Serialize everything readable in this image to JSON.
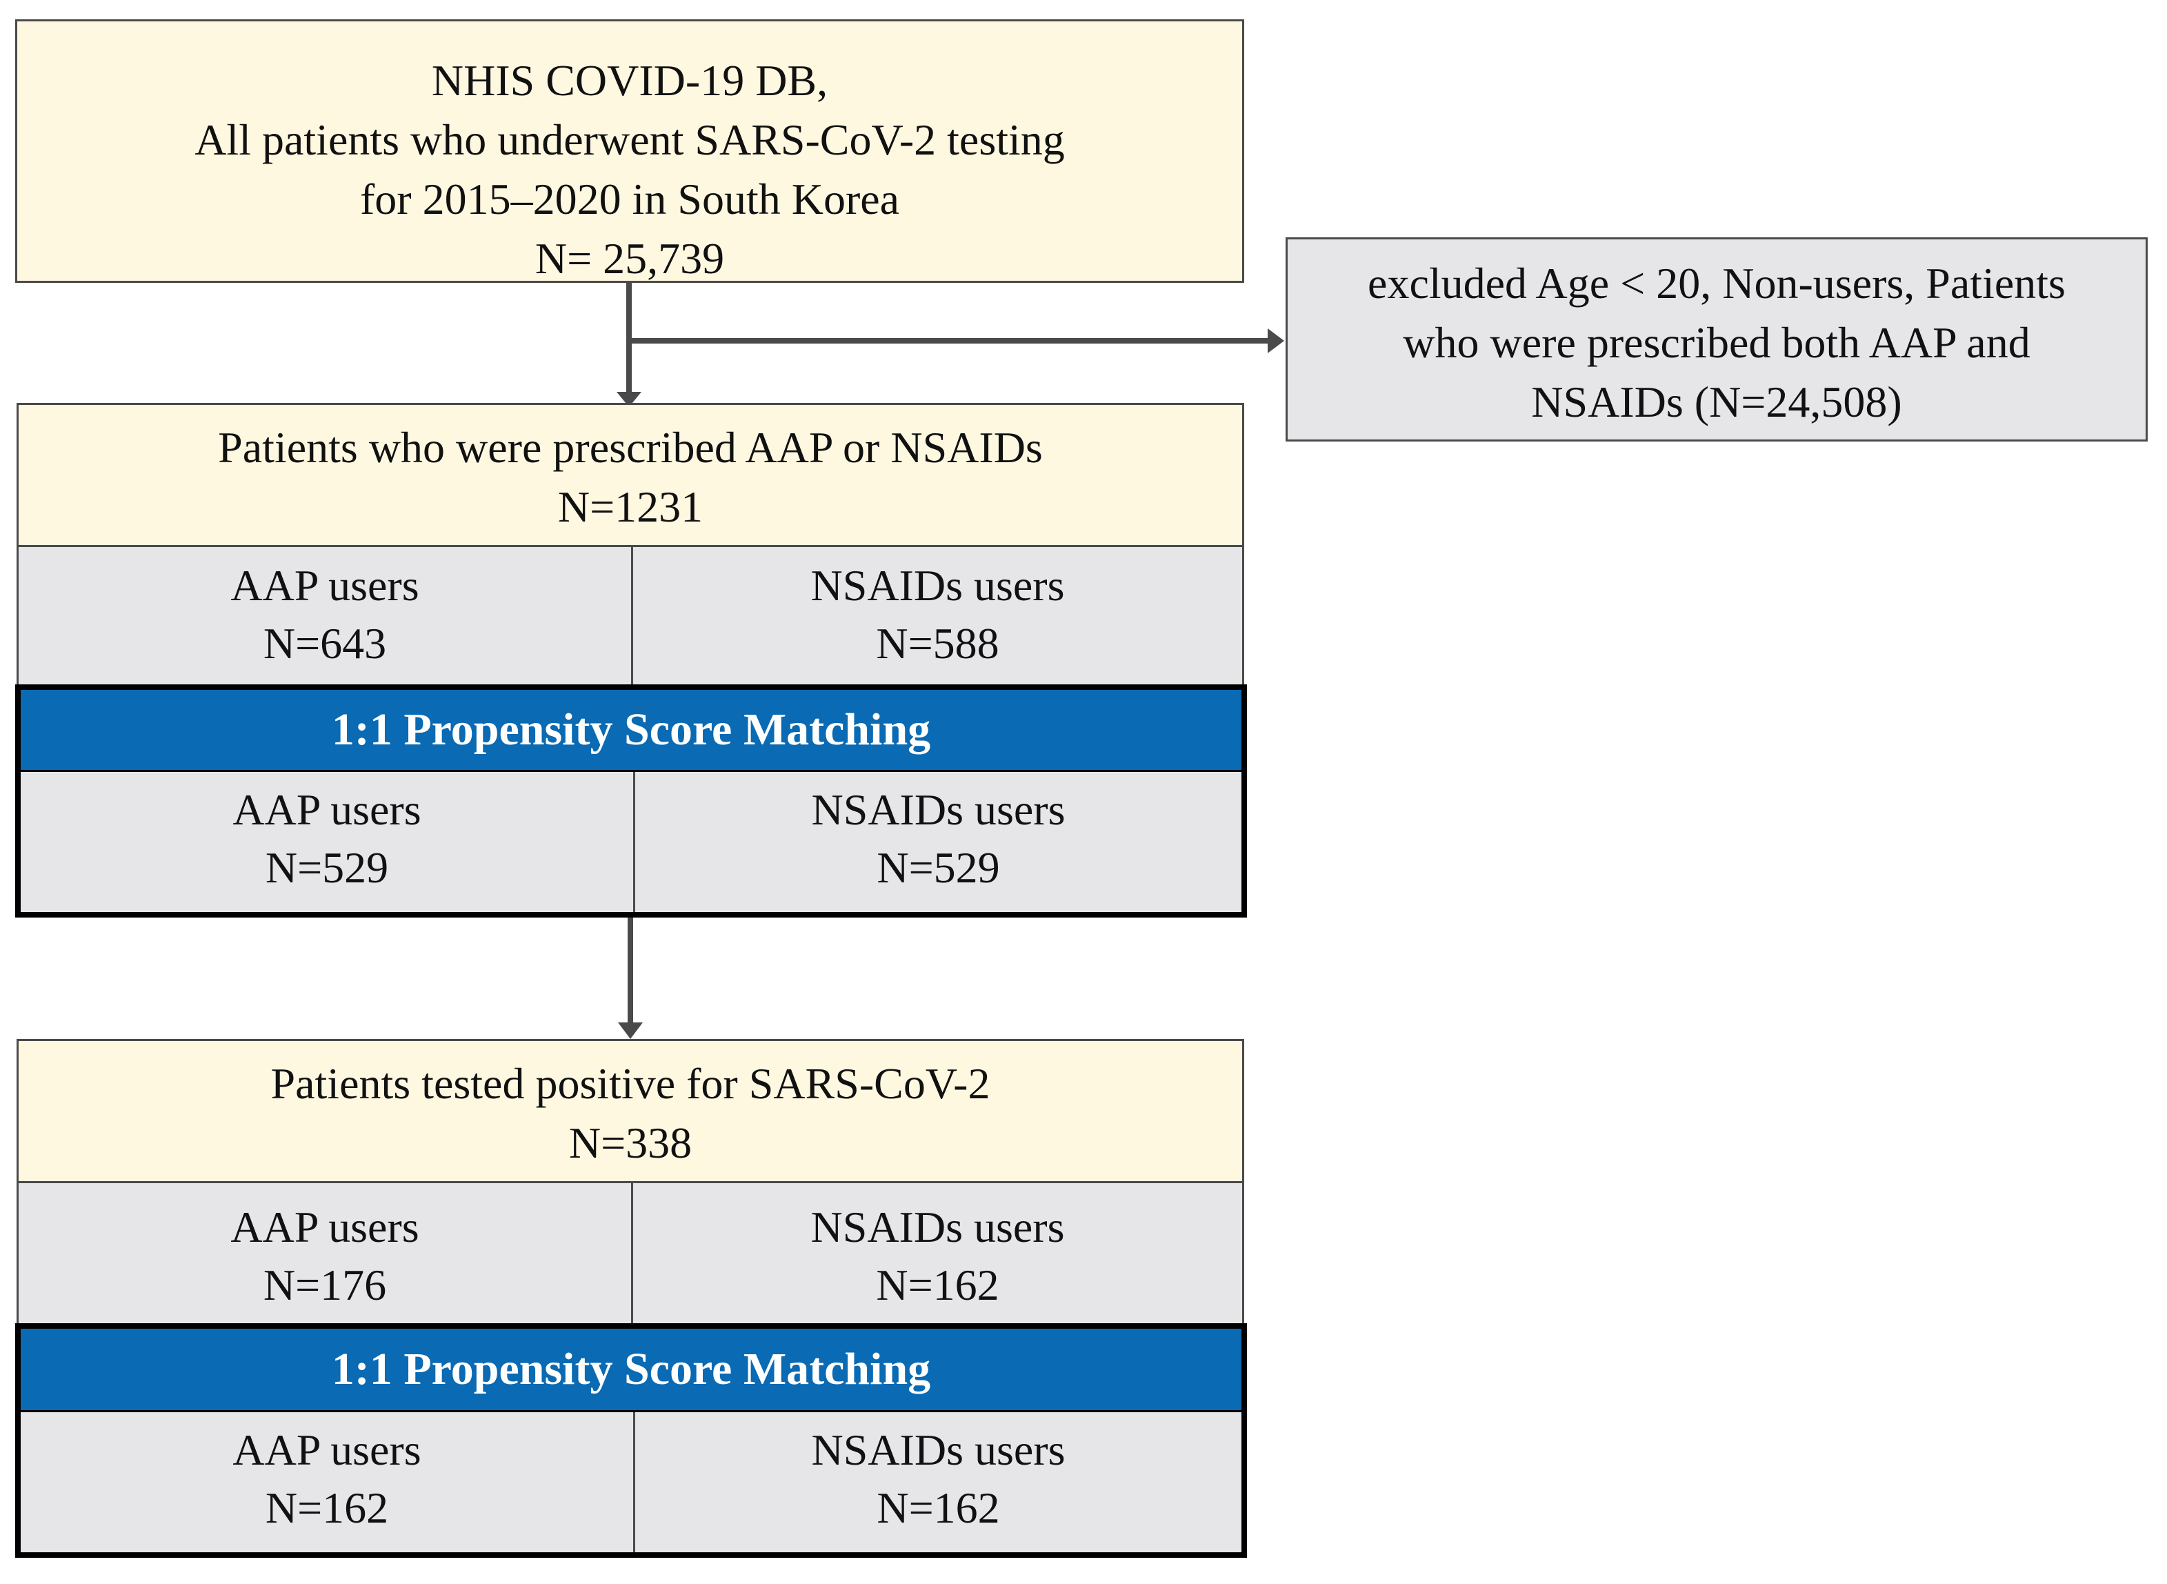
{
  "top": {
    "line1": "NHIS COVID-19 DB,",
    "line2": "All patients who underwent SARS-CoV-2 testing",
    "line3": "for 2015–2020 in South Korea",
    "count": "N= 25,739"
  },
  "exclusion": {
    "line1": "excluded Age < 20, Non-users, Patients",
    "line2": "who were prescribed both AAP and",
    "line3": "NSAIDs (N=24,508)"
  },
  "prescribed": {
    "title": "Patients who were prescribed AAP or NSAIDs",
    "count": "N=1231",
    "aap_label": "AAP users",
    "aap_count": "N=643",
    "nsaid_label": "NSAIDs users",
    "nsaid_count": "N=588",
    "psm_label": "1:1 Propensity Score Matching",
    "matched_aap_label": "AAP users",
    "matched_aap_count": "N=529",
    "matched_nsaid_label": "NSAIDs users",
    "matched_nsaid_count": "N=529"
  },
  "positive": {
    "title": "Patients tested positive for SARS-CoV-2",
    "count": "N=338",
    "aap_label": "AAP users",
    "aap_count": "N=176",
    "nsaid_label": "NSAIDs users",
    "nsaid_count": "N=162",
    "psm_label": "1:1 Propensity Score Matching",
    "matched_aap_label": "AAP users",
    "matched_aap_count": "N=162",
    "matched_nsaid_label": "NSAIDs users",
    "matched_nsaid_count": "N=162"
  },
  "colors": {
    "cream": "#fff8e1",
    "gray": "#e6e5e8",
    "psm_blue": "#0a6ab3",
    "border": "#4a4a4a"
  }
}
